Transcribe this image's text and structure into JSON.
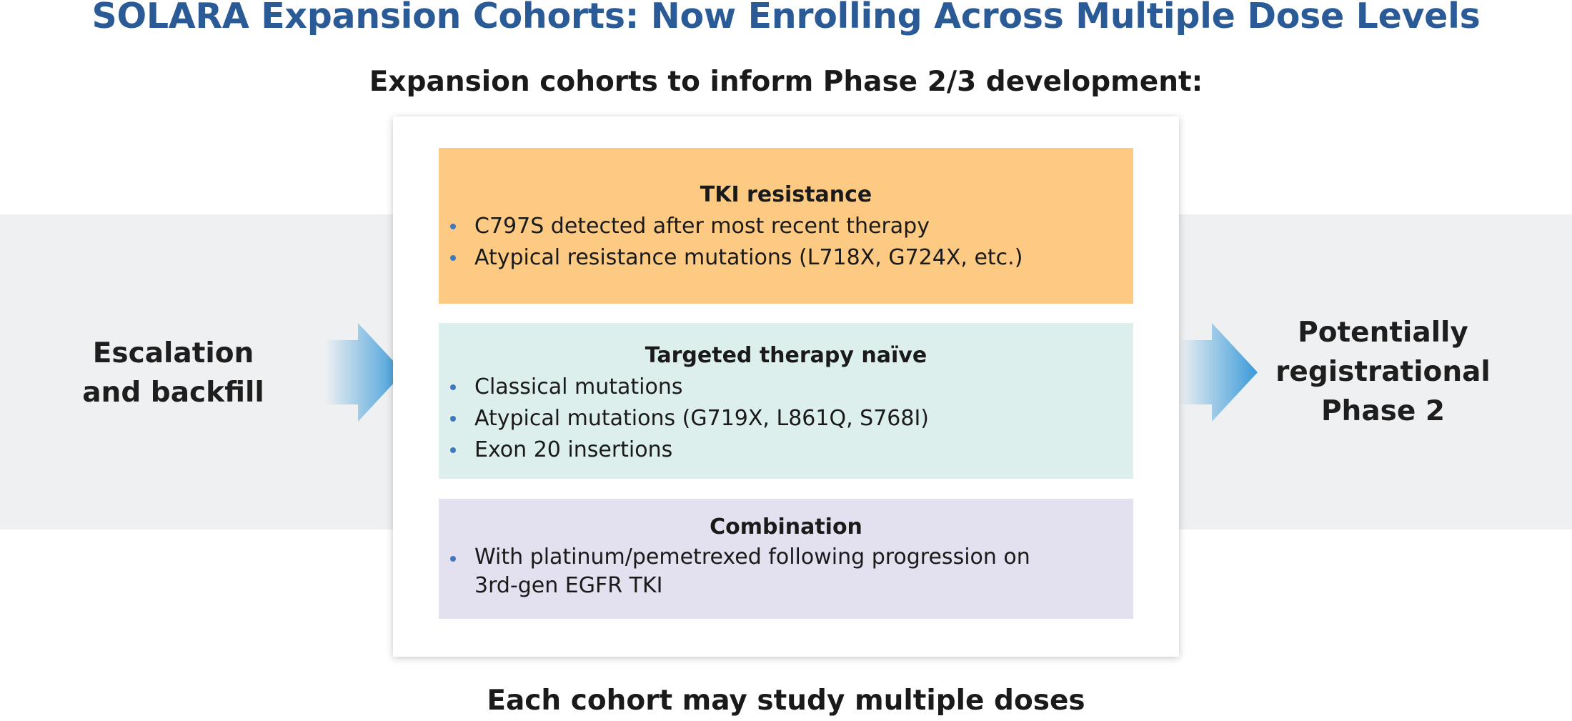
{
  "title": "SOLARA Expansion Cohorts: Now Enrolling Across Multiple Dose Levels",
  "subtitle": "Expansion cohorts to inform Phase 2/3 development:",
  "left_label": "Escalation and backfill",
  "right_label": "Potentially registrational Phase 2",
  "cohorts": [
    {
      "title": "TKI resistance",
      "color": "#fcca83",
      "bullets": [
        "C797S detected after most recent therapy",
        "Atypical resistance mutations (L718X, G724X, etc.)"
      ]
    },
    {
      "title": "Targeted therapy naïve",
      "color": "#dcefec",
      "bullets": [
        "Classical mutations",
        "Atypical mutations (G719X, L861Q, S768I)",
        "Exon 20 insertions"
      ]
    },
    {
      "title": "Combination",
      "color": "#e3e0ef",
      "bullets": [
        "With platinum/pemetrexed following progression on 3rd-gen EGFR TKI"
      ]
    }
  ],
  "footer": "Each cohort may study multiple doses",
  "colors": {
    "title": "#2a5b96",
    "arrow": "#3a9ad9",
    "band": "#eef0f2",
    "bullet": "#3f78bf"
  }
}
